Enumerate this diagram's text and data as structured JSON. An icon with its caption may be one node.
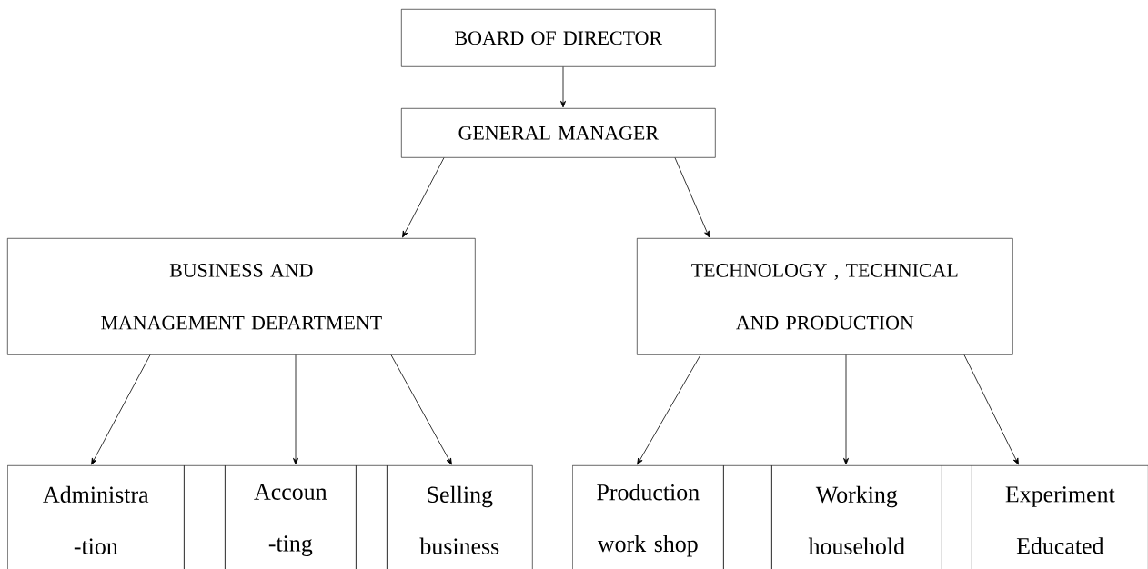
{
  "diagram": {
    "nodes": [
      {
        "text": [
          "BOARD OF DIRECTOR"
        ]
      },
      {
        "text": [
          "GENERAL MANAGER"
        ]
      },
      {
        "text": [
          "BUSINESS AND MANAGEMENT DEPARTMENT"
        ]
      },
      {
        "text": [
          "TECHNOLOGY , TECHNICAL AND PRODUCTION"
        ]
      },
      {
        "text": [
          "Administra -tion"
        ]
      },
      {
        "text": [],
        "shape": "box"
      },
      {
        "text": [
          "Accoun -ting"
        ]
      },
      {
        "text": [],
        "shape": "box"
      },
      {
        "text": [
          "Selling business"
        ]
      },
      {
        "text": [
          "Production work shop"
        ]
      },
      {
        "text": [],
        "shape": "box"
      },
      {
        "text": [
          "Working household"
        ]
      },
      {
        "text": [],
        "shape": "box"
      },
      {
        "text": [
          "Experiment Educated"
        ]
      }
    ],
    "edges": [
      {
        "from": 0,
        "to": 1,
        "arrow": "to"
      },
      {
        "from": 1,
        "to": 2,
        "arrow": "to"
      },
      {
        "from": 1,
        "to": 3,
        "arrow": "to"
      },
      {
        "from": 2,
        "to": 4,
        "arrow": "to"
      },
      {
        "from": 2,
        "to": 6,
        "arrow": "to"
      },
      {
        "from": 2,
        "to": 8,
        "arrow": "to"
      },
      {
        "from": 3,
        "to": 9,
        "arrow": "to"
      },
      {
        "from": 3,
        "to": 11,
        "arrow": "to"
      },
      {
        "from": 3,
        "to": 13,
        "arrow": "to"
      }
    ]
  }
}
